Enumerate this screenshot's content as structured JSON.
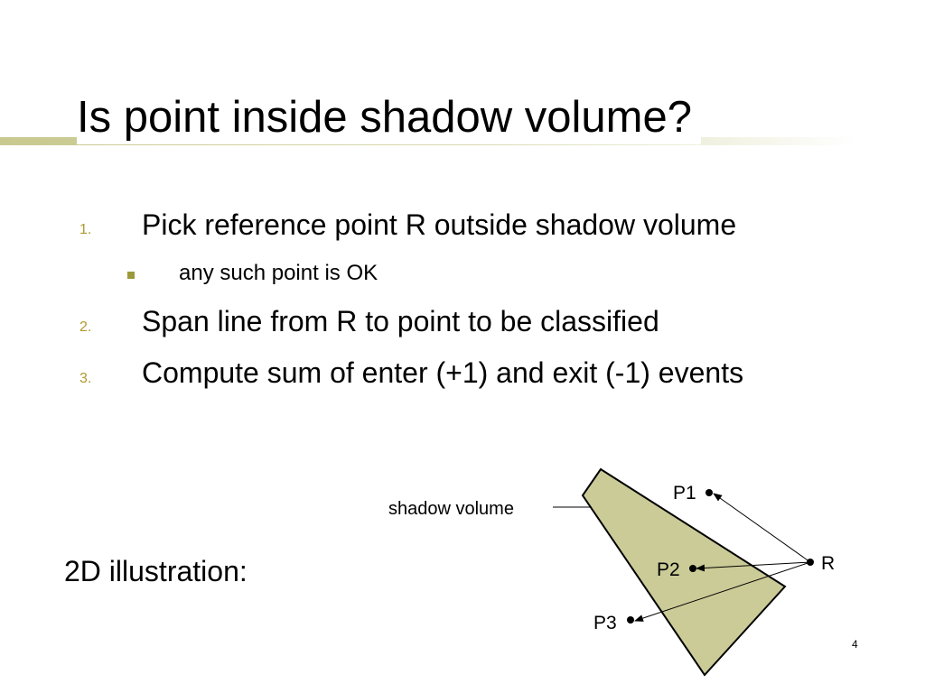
{
  "slide": {
    "title": "Is point inside shadow volume?",
    "steps": [
      {
        "number": "1.",
        "text": "Pick reference point R outside shadow volume"
      },
      {
        "number": "2.",
        "text": "Span line from R to point to be classified"
      },
      {
        "number": "3.",
        "text": "Compute sum of enter (+1) and exit (-1) events"
      }
    ],
    "sub_bullet": "any such point is OK",
    "caption": "2D illustration:",
    "page_number": "4"
  },
  "diagram": {
    "shadow_label": "shadow volume",
    "points": {
      "p1": "P1",
      "p2": "P2",
      "p3": "P3",
      "r": "R"
    },
    "colors": {
      "shadow_fill": "#cbcb98",
      "accent": "#b09a2c",
      "title_bar": "#c8c98e"
    }
  }
}
